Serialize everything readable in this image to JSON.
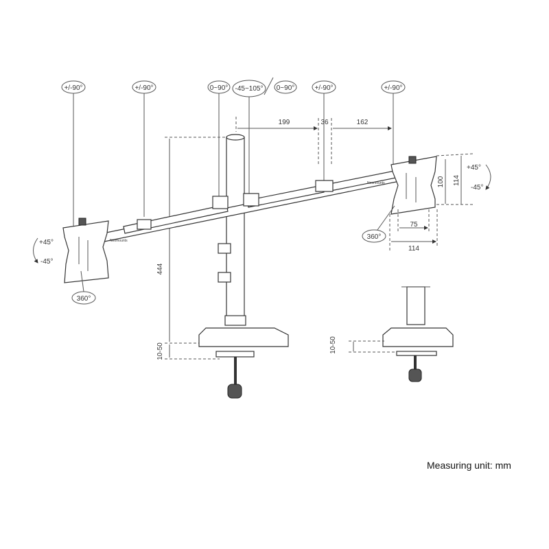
{
  "rotation_labels": [
    "+/-90°",
    "+/-90°",
    "0~90°",
    "-45~105°",
    "0~90°",
    "+/-90°",
    "+/-90°"
  ],
  "dimensions": {
    "arm_segment_1": "199",
    "arm_segment_2": "36",
    "arm_segment_3": "162",
    "pole_height": "444",
    "desk_thickness": "10-50",
    "desk_thickness_detail": "10-50",
    "vesa_inner_vertical": "100",
    "vesa_outer_vertical": "114",
    "vesa_inner_horizontal": "75",
    "vesa_outer_horizontal": "114"
  },
  "tilt": {
    "left_up": "+45°",
    "left_down": "-45°",
    "left_rotate": "360°",
    "right_up": "+45°",
    "right_down": "-45°",
    "right_rotate": "360°"
  },
  "brand": "Neomounts",
  "measuring_unit": "Measuring unit: mm"
}
